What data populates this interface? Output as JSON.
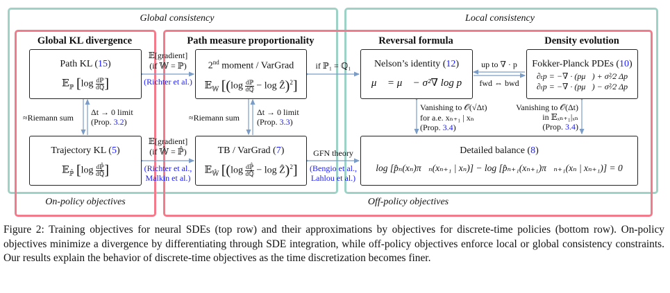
{
  "colors": {
    "global_consistency": "#9fd2c7",
    "objectives": "#f27a8a",
    "arrow": "#7a9cc6",
    "reference": "#1a1aff"
  },
  "regions": {
    "global_consistency": "Global consistency",
    "local_consistency": "Local consistency",
    "on_policy": "On-policy objectives",
    "off_policy": "Off-policy objectives"
  },
  "group_titles": {
    "global_kl": "Global KL divergence",
    "path_measure": "Path measure proportionality",
    "reversal": "Reversal formula",
    "density": "Density evolution"
  },
  "boxes": {
    "path_kl": {
      "name": "Path KL (",
      "ref": "15",
      "close": ")",
      "expr_pre": "𝔼",
      "sub": "ℙ",
      "expr_mid": "log",
      "num": "dℙ",
      "den": "dℚ"
    },
    "second_moment": {
      "name_pre": "2",
      "sup": "nd",
      "name": " moment / VarGrad",
      "expr_pre": "𝔼",
      "sub": "𝕎",
      "expr_mid": "log",
      "num": "dℙ",
      "den": "dℚ",
      "expr_post": "− log Ẑ"
    },
    "nelson": {
      "name": "Nelson’s identity (",
      "ref": "12",
      "close": ")",
      "expr": "μ⃖ = μ⃗ − σ²∇ log p"
    },
    "fokker_planck": {
      "name": "Fokker-Planck PDEs (",
      "ref": "10",
      "close": ")",
      "eq1": "∂ₜp = −∇ · (pμ⃗) + σ²⁄2 Δp",
      "eq2": "∂ₜp = −∇ · (pμ⃖) − σ²⁄2 Δp"
    },
    "trajectory_kl": {
      "name": "Trajectory KL (",
      "ref": "5",
      "close": ")",
      "expr_pre": "𝔼",
      "sub": "ℙ̂",
      "expr_mid": "log",
      "num": "dℙ̂",
      "den": "dℚ̂"
    },
    "tb_vargrad": {
      "name": "TB / VarGrad (",
      "ref": "7",
      "close": ")",
      "expr_pre": "𝔼",
      "sub": "𝕎̂",
      "expr_mid": "log",
      "num": "dℙ̂",
      "den": "dℚ̂",
      "expr_post": "− log Ẑ"
    },
    "detailed_balance": {
      "name": "Detailed balance (",
      "ref": "8",
      "close": ")",
      "expr": "log [p̂ₙ(xₙ)π⃗ₙ(xₙ₊₁ | xₙ)] − log [p̂ₙ₊₁(xₙ₊₁)π⃖ₙ₊₁(xₙ | xₙ₊₁)] = 0"
    }
  },
  "edges": {
    "top_grad": {
      "l1": "𝔼[gradient]",
      "l2": "(if 𝕎 = ℙ)",
      "ref": "(Richter et al.)"
    },
    "bottom_grad": {
      "l1": "𝔼[gradient]",
      "l2": "(if 𝕎̂ = ℙ̂)",
      "ref1": "(Richter et al.,",
      "ref2": "Malkin et al.)"
    },
    "marginals": {
      "l1": "if ℙ₁ = ℚ₁"
    },
    "gfn": {
      "l1": "GFN theory",
      "ref1": "(Bengio et al.,",
      "ref2": "Lahlou et al.)"
    },
    "fwd_bwd": {
      "l1": "up to ∇ · p",
      "l2": "fwd ⇔ bwd"
    },
    "kl_vertical": {
      "left": "≈Riemann sum",
      "r1": "Δt → 0 limit",
      "r2_pre": "(Prop. ",
      "r2_ref": "3.2",
      "r2_post": ")"
    },
    "pm_vertical": {
      "left": "≈Riemann sum",
      "r1": "Δt → 0 limit",
      "r2_pre": "(Prop. ",
      "r2_ref": "3.3",
      "r2_post": ")"
    },
    "nelson_vertical": {
      "l1": "Vanishing to 𝒪(√Δt)",
      "l2": "for a.e. xₙ₊₁ | xₙ",
      "l3_pre": "(Prop. ",
      "l3_ref": "3.4",
      "l3_post": ")"
    },
    "fp_vertical": {
      "l1": "Vanishing to 𝒪(Δt)",
      "l2": "in 𝔼ₓₙ₊₁|ₓₙ",
      "l3_pre": "(Prop. ",
      "l3_ref": "3.4",
      "l3_post": ")"
    }
  },
  "caption": "Figure 2: Training objectives for neural SDEs (top row) and their approximations by objectives for discrete-time policies (bottom row). On-policy objectives minimize a divergence by differentiating through SDE integration, while off-policy objectives enforce local or global consistency constraints. Our results explain the behavior of discrete-time objectives as the time discretization becomes finer."
}
